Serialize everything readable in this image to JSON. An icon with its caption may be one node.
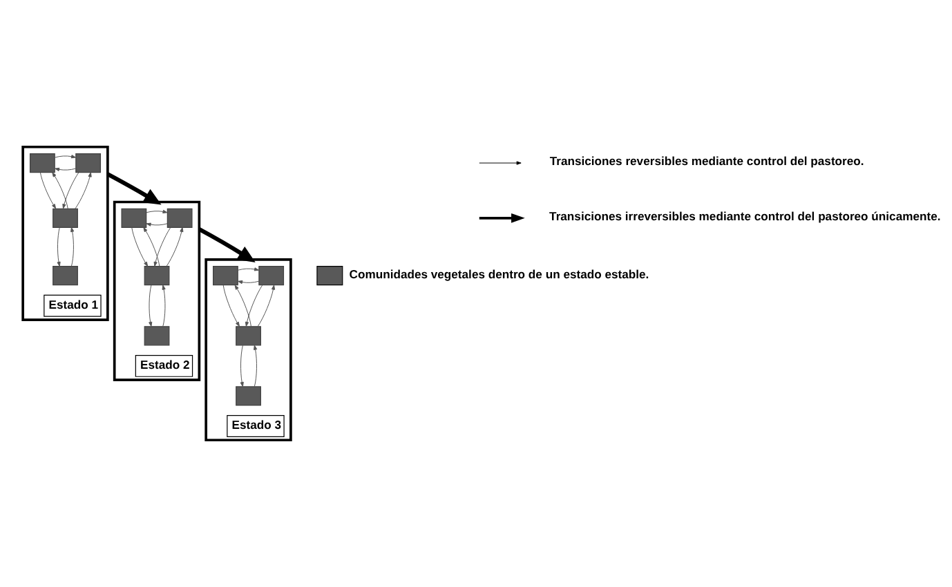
{
  "diagram": {
    "nodes": [
      {
        "text": [
          "Estado 1"
        ]
      },
      {
        "text": [],
        "shape": "box",
        "in": 0
      },
      {
        "text": [],
        "shape": "box",
        "in": 0
      },
      {
        "text": [],
        "shape": "box",
        "in": 0
      },
      {
        "text": [],
        "shape": "box",
        "in": 0
      },
      {
        "text": [
          "Estado 2"
        ]
      },
      {
        "text": [],
        "shape": "box",
        "in": 5
      },
      {
        "text": [],
        "shape": "box",
        "in": 5
      },
      {
        "text": [],
        "shape": "box",
        "in": 5
      },
      {
        "text": [],
        "shape": "box",
        "in": 5
      },
      {
        "text": [
          "Estado 3"
        ]
      },
      {
        "text": [],
        "shape": "box",
        "in": 10
      },
      {
        "text": [],
        "shape": "box",
        "in": 10
      },
      {
        "text": [],
        "shape": "box",
        "in": 10
      },
      {
        "text": [],
        "shape": "box",
        "in": 10
      }
    ],
    "edges": [
      {
        "from": 1,
        "to": 2,
        "arrow": "to"
      },
      {
        "from": 2,
        "to": 1,
        "arrow": "to"
      },
      {
        "from": 1,
        "to": 3,
        "arrow": "to"
      },
      {
        "from": 3,
        "to": 1,
        "arrow": "to"
      },
      {
        "from": 3,
        "to": 2,
        "arrow": "to"
      },
      {
        "from": 2,
        "to": 3,
        "arrow": "to"
      },
      {
        "from": 3,
        "to": 4,
        "arrow": "to"
      },
      {
        "from": 4,
        "to": 3,
        "arrow": "to"
      },
      {
        "from": 6,
        "to": 7,
        "arrow": "to"
      },
      {
        "from": 7,
        "to": 6,
        "arrow": "to"
      },
      {
        "from": 6,
        "to": 8,
        "arrow": "to"
      },
      {
        "from": 8,
        "to": 6,
        "arrow": "to"
      },
      {
        "from": 8,
        "to": 7,
        "arrow": "to"
      },
      {
        "from": 7,
        "to": 8,
        "arrow": "to"
      },
      {
        "from": 8,
        "to": 9,
        "arrow": "to"
      },
      {
        "from": 9,
        "to": 8,
        "arrow": "to"
      },
      {
        "from": 11,
        "to": 12,
        "arrow": "to"
      },
      {
        "from": 12,
        "to": 11,
        "arrow": "to"
      },
      {
        "from": 11,
        "to": 13,
        "arrow": "to"
      },
      {
        "from": 13,
        "to": 11,
        "arrow": "to"
      },
      {
        "from": 13,
        "to": 12,
        "arrow": "to"
      },
      {
        "from": 12,
        "to": 13,
        "arrow": "to"
      },
      {
        "from": 13,
        "to": 14,
        "arrow": "to"
      },
      {
        "from": 14,
        "to": 13,
        "arrow": "to"
      },
      {
        "from": 0,
        "to": 5,
        "arrow": "to",
        "style": "thick"
      },
      {
        "from": 5,
        "to": 10,
        "arrow": "to",
        "style": "thick"
      }
    ],
    "legend": [
      {
        "text": "Transiciones reversibles mediante control del pastoreo."
      },
      {
        "text": "Transiciones irreversibles mediante control del pastoreo únicamente."
      },
      {
        "text": "Comunidades vegetales dentro de un estado estable.",
        "color": "#595959"
      }
    ]
  }
}
